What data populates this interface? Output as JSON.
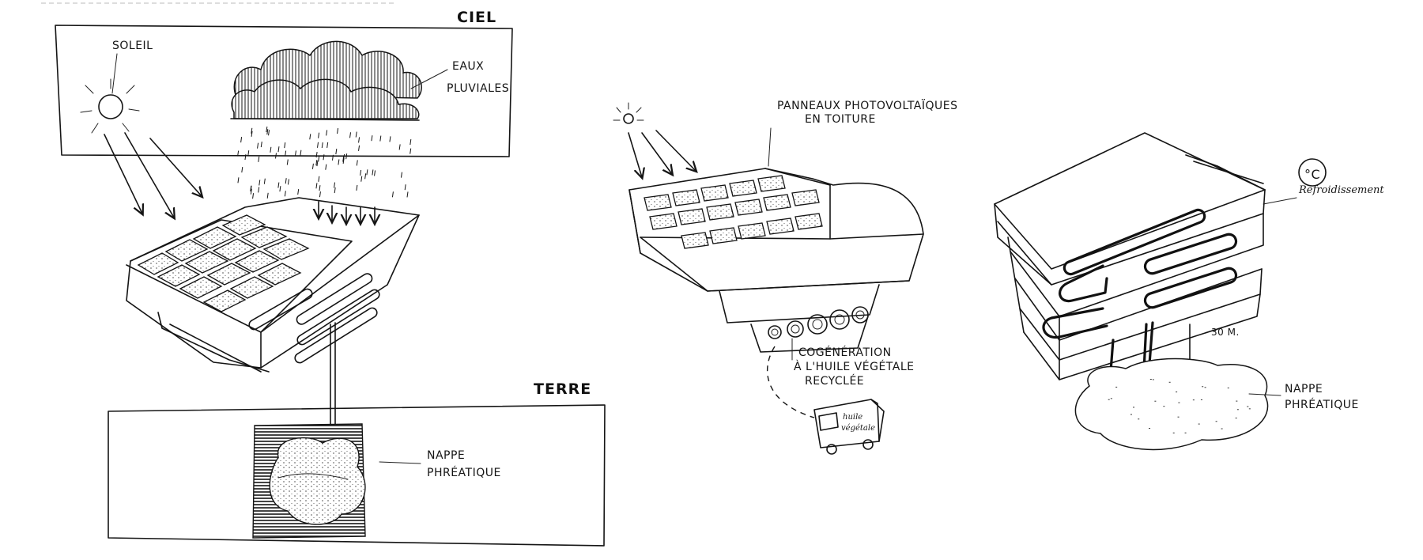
{
  "diagram": {
    "sketch1": {
      "label_sky": "CIEL",
      "label_earth": "TERRE",
      "label_sun": "SOLEIL",
      "label_rain": [
        "EAUX",
        "PLUVIALES"
      ],
      "label_water_table": [
        "NAPPE",
        "PHRÉATIQUE"
      ]
    },
    "sketch2": {
      "label_panels": [
        "PANNEAUX PHOTOVOLTAÏQUES",
        "EN TOITURE"
      ],
      "label_cogeneration": [
        "COGÉNÉRATION",
        "À L'HUILE VÉGÉTALE",
        "RECYCLÉE"
      ],
      "truck_text": [
        "huile",
        "végétale"
      ]
    },
    "sketch3": {
      "label_cooling": "Refroidissement",
      "label_depth": "30 M.",
      "label_water_table": [
        "NAPPE",
        "PHRÉATIQUE"
      ],
      "thermometer_text": "°C"
    }
  },
  "colors": {
    "ink": "#151515",
    "paper": "#ffffff"
  }
}
